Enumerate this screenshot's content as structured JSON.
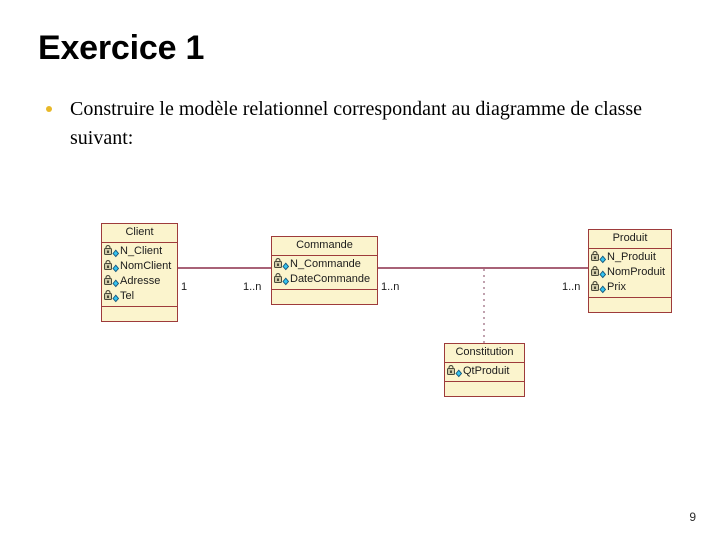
{
  "slide": {
    "title": "Exercice 1",
    "page_number": "9",
    "bullets": [
      "Construire le modèle relationnel correspondant au diagramme de classe suivant:"
    ]
  },
  "diagram": {
    "type": "uml-class-diagram",
    "colors": {
      "box_fill": "#fbf4cd",
      "box_border": "#9e3b3b",
      "association_line": "#8b2f4a",
      "dashed_line": "#b08a9a",
      "bullet": "#e8b828",
      "attribute_icon_key": "#7a7a63",
      "attribute_icon_diamond": "#2fb8e8"
    },
    "classes": [
      {
        "id": "client",
        "name": "Client",
        "attributes": [
          "N_Client",
          "NomClient",
          "Adresse",
          "Tel"
        ],
        "operations": []
      },
      {
        "id": "commande",
        "name": "Commande",
        "attributes": [
          "N_Commande",
          "DateCommande"
        ],
        "operations": []
      },
      {
        "id": "produit",
        "name": "Produit",
        "attributes": [
          "N_Produit",
          "NomProduit",
          "Prix"
        ],
        "operations": []
      },
      {
        "id": "constitution",
        "name": "Constitution",
        "attributes": [
          "QtProduit"
        ],
        "operations": []
      }
    ],
    "associations": [
      {
        "id": "client-commande",
        "from": "Client",
        "to": "Commande",
        "from_multiplicity": "1",
        "to_multiplicity": "1..n"
      },
      {
        "id": "commande-produit",
        "from": "Commande",
        "to": "Produit",
        "from_multiplicity": "1..n",
        "to_multiplicity": "1..n",
        "association_class": "Constitution"
      }
    ],
    "multiplicities": {
      "client_side": "1",
      "commande_left": "1..n",
      "commande_right": "1..n",
      "produit_side": "1..n"
    }
  },
  "icons": {
    "attribute_key": "key-icon",
    "attribute_diamond": "diamond-icon"
  }
}
